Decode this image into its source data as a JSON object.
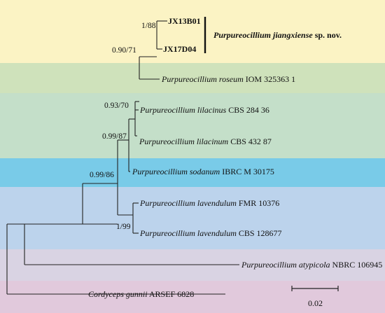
{
  "bands": [
    {
      "name": "band-jiangxiense",
      "color": "#fbf3c4"
    },
    {
      "name": "band-roseum",
      "color": "#cfe2bb"
    },
    {
      "name": "band-lilacinus",
      "color": "#c4dfc9"
    },
    {
      "name": "band-sodanum",
      "color": "#79cbe8"
    },
    {
      "name": "band-lavendulum",
      "color": "#bcd3ec"
    },
    {
      "name": "band-atypicola",
      "color": "#d9d3e3"
    },
    {
      "name": "band-gunnii",
      "color": "#e1c9dc"
    }
  ],
  "taxa": {
    "jx13b01": {
      "code": "JX13B01"
    },
    "jx17d04": {
      "code": "JX17D04"
    },
    "roseum": {
      "genus_species": "Purpureocillium roseum",
      "strain": "IOM 325363 1"
    },
    "lilacinus": {
      "genus_species": "Purpureocillium lilacinus",
      "strain": "CBS 284 36"
    },
    "lilacinum": {
      "genus_species": "Purpureocillium lilacinum",
      "strain": "CBS 432 87"
    },
    "sodanum": {
      "genus_species": "Purpureocillium sodanum",
      "strain": "IBRC M 30175"
    },
    "lavendulum1": {
      "genus_species": "Purpureocillium lavendulum",
      "strain": "FMR 10376"
    },
    "lavendulum2": {
      "genus_species": "Purpureocillium lavendulum",
      "strain": "CBS 128677"
    },
    "atypicola": {
      "genus_species": "Purpureocillium atypicola",
      "strain": "NBRC 106945"
    },
    "gunnii": {
      "genus_species": "Cordyceps gunnii",
      "strain": "ARSEF 6828"
    }
  },
  "new_species": {
    "name": "Purpureocillium jiangxiense",
    "suffix": " sp. nov."
  },
  "supports": {
    "n_jx": "1/88",
    "n_jx_roseum": "0.90/71",
    "n_lilac": "0.93/70",
    "n_core": "0.99/87",
    "n_ingroup": "0.99/86",
    "n_lavend": "1/99"
  },
  "scale_bar": {
    "label": "0.02"
  }
}
